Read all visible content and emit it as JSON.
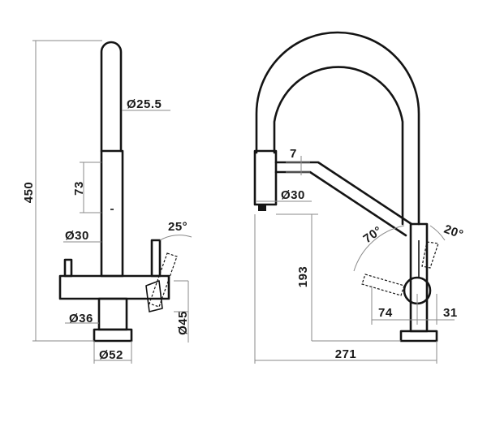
{
  "dimensions": {
    "total_height": "450",
    "spout_diameter": "Ø25.5",
    "stem_length": "73",
    "body_diameter_left": "Ø30",
    "lever_angle_left": "25°",
    "base_diameter_36": "Ø36",
    "side_45": "Ø45",
    "base_diameter_52": "Ø52",
    "head_offset": "7",
    "head_diameter": "Ø30",
    "angle_70": "70°",
    "angle_20": "20°",
    "head_height": "193",
    "lever_reach": "74",
    "lever_offset": "31",
    "total_reach": "271"
  },
  "colors": {
    "line": "#141414",
    "dimension": "#8a8a8a"
  }
}
